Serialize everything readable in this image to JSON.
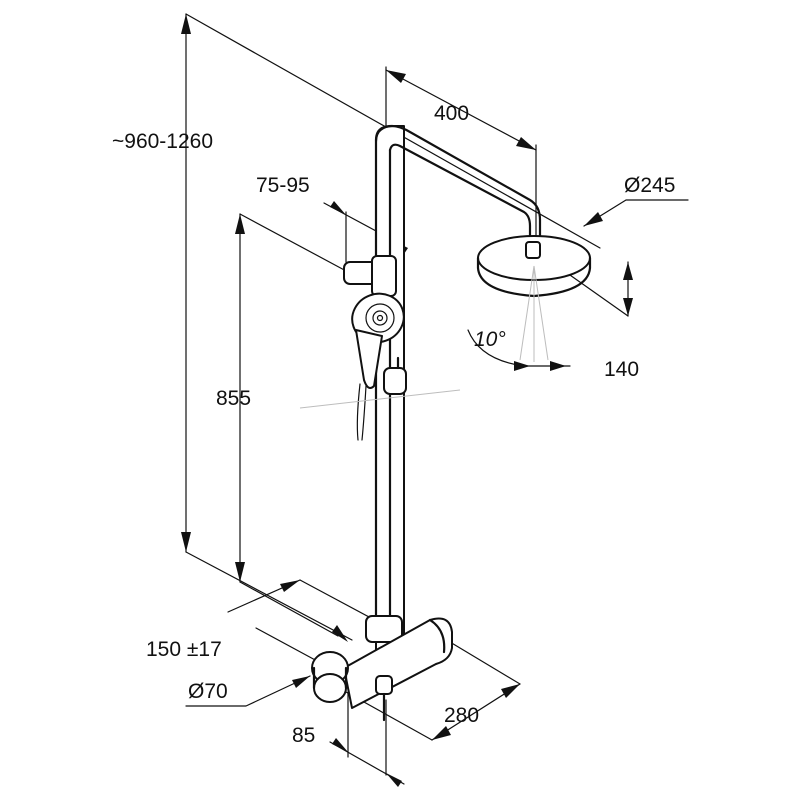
{
  "drawing": {
    "dimensions": {
      "total_height": "~960-1260",
      "arm_length": "400",
      "slider_offset": "75-95",
      "head_diameter": "Ø245",
      "head_height": "140",
      "head_tilt": "10°",
      "slider_height": "855",
      "center_spacing": "150 ±17",
      "knob_diameter": "Ø70",
      "depth": "280",
      "wall_offset": "85"
    },
    "colors": {
      "line": "#111111",
      "background": "#ffffff"
    }
  }
}
